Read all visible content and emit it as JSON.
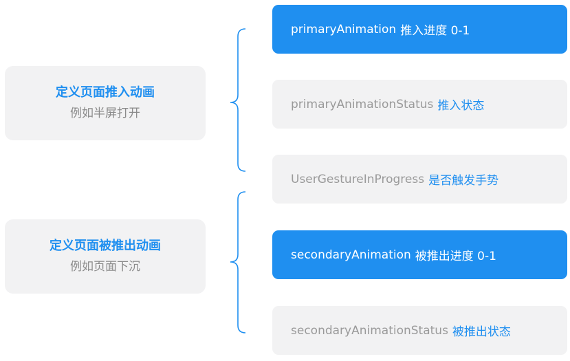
{
  "left_cards": [
    {
      "title": "定义页面推入动画",
      "subtitle": "例如半屏打开"
    },
    {
      "title": "定义页面被推出动画",
      "subtitle": "例如页面下沉"
    }
  ],
  "right_boxes": [
    {
      "label": "primaryAnimation",
      "suffix": "推入进度 0-1",
      "state": "active"
    },
    {
      "label": "primaryAnimationStatus",
      "suffix": "推入状态",
      "state": "inactive"
    },
    {
      "label": "UserGestureInProgress",
      "suffix": "是否触发手势",
      "state": "inactive"
    },
    {
      "label": "secondaryAnimation",
      "suffix": "被推出进度 0-1",
      "state": "active"
    },
    {
      "label": "secondaryAnimationStatus",
      "suffix": "被推出状态",
      "state": "inactive"
    }
  ],
  "colors": {
    "accent": "#1f8ff0",
    "card_bg": "#f2f2f3",
    "muted_text": "#9a9a9a"
  }
}
